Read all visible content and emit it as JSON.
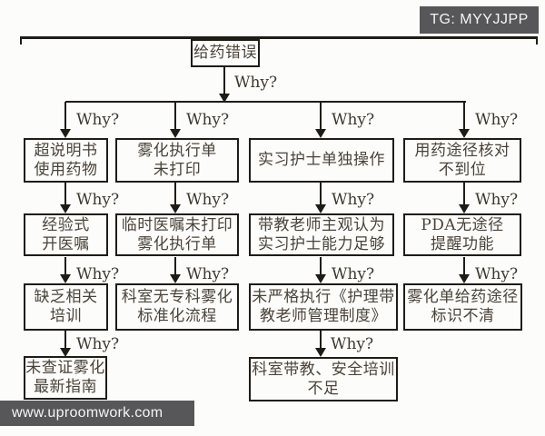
{
  "banners": {
    "tg": "TG: MYYJJPP",
    "site": "www.uproomwork.com"
  },
  "labels": {
    "why": "Why?"
  },
  "colors": {
    "line": "#1f1c16",
    "text": "#4a4339",
    "banner_bg": "#57575a"
  },
  "diagram": {
    "type": "root-cause-why-tree",
    "root": "给药错误",
    "columns": [
      {
        "boxes": [
          "超说明书\n使用药物",
          "经验式\n开医嘱",
          "缺乏相关\n培训",
          "未查证雾化\n最新指南"
        ]
      },
      {
        "boxes": [
          "雾化执行单\n未打印",
          "临时医嘱未打印\n雾化执行单",
          "科室无专科雾化\n标准化流程"
        ]
      },
      {
        "boxes": [
          "实习护士单独操作",
          "带教老师主观认为\n实习护士能力足够",
          "未严格执行《护理带\n教老师管理制度》",
          "科室带教、安全培训\n不足"
        ]
      },
      {
        "boxes": [
          "用药途径核对\n不到位",
          "PDA无途径\n提醒功能",
          "雾化单给药途径\n标识不清"
        ]
      }
    ]
  }
}
